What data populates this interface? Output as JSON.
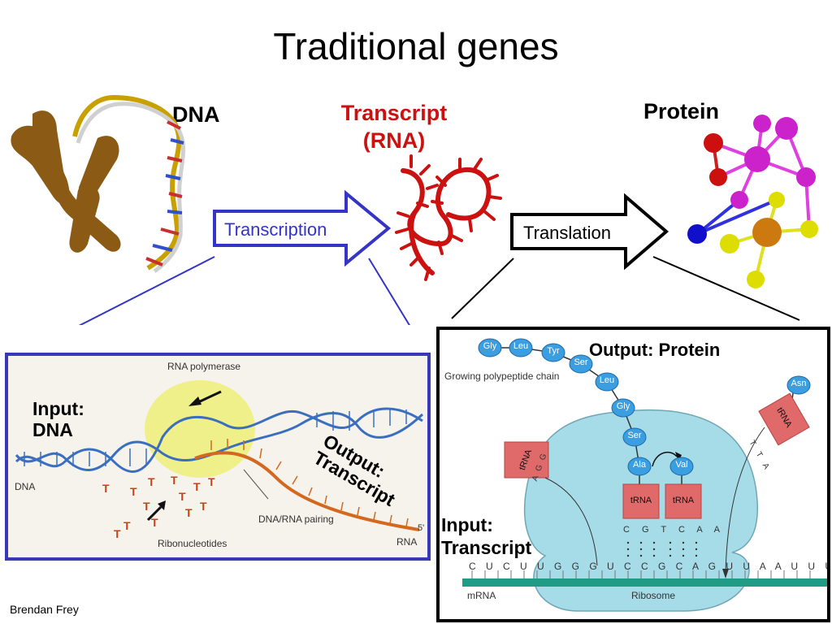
{
  "title": "Traditional genes",
  "labels": {
    "dna": "DNA",
    "transcript_line1": "Transcript",
    "transcript_line2": "(RNA)",
    "protein": "Protein"
  },
  "arrows": {
    "transcription": "Transcription",
    "translation": "Translation"
  },
  "left_panel": {
    "rna_polymerase": "RNA polymerase",
    "input_line1": "Input:",
    "input_line2": "DNA",
    "output_line1": "Output:",
    "output_line2": "Transcript",
    "dna": "DNA",
    "dna_rna_pairing": "DNA/RNA pairing",
    "ribonucleotides": "Ribonucleotides",
    "rna": "RNA",
    "five_prime": "5'"
  },
  "right_panel": {
    "output": "Output: Protein",
    "growing_chain": "Growing polypeptide chain",
    "input_line1": "Input:",
    "input_line2": "Transcript",
    "mrna": "mRNA",
    "ribosome": "Ribosome",
    "amino_acids": [
      "Gly",
      "Leu",
      "Tyr",
      "Ser",
      "Leu",
      "Gly",
      "Ser",
      "Ala",
      "Val",
      "Asn"
    ],
    "trna": "tRNA",
    "anticodon_left": "A G G",
    "anticodon_right": "T T A",
    "codon_pair": "C G T C A A",
    "mrna_sequence": "C U C U U G G G U C C G C A G U U A A U U U C U A U"
  },
  "footer": "Brendan Frey",
  "colors": {
    "transcript_red": "#cc1111",
    "arrow_blue": "#3434c8",
    "panel_left_border": "#3838b8",
    "ribosome": "#a6dce8",
    "amino_acid": "#3b9ee0",
    "trna_box": "#e06a6a",
    "mrna_bar": "#1f9b86"
  }
}
